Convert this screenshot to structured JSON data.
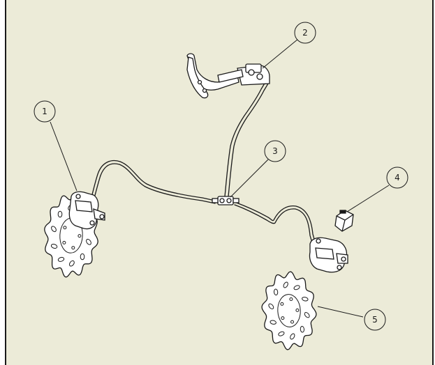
{
  "diagram": {
    "background_color": "#ecebd8",
    "line_color": "#1a1a1a",
    "callouts": [
      {
        "id": "1",
        "label": "1"
      },
      {
        "id": "2",
        "label": "2"
      },
      {
        "id": "3",
        "label": "3"
      },
      {
        "id": "4",
        "label": "4"
      },
      {
        "id": "5",
        "label": "5"
      }
    ]
  }
}
